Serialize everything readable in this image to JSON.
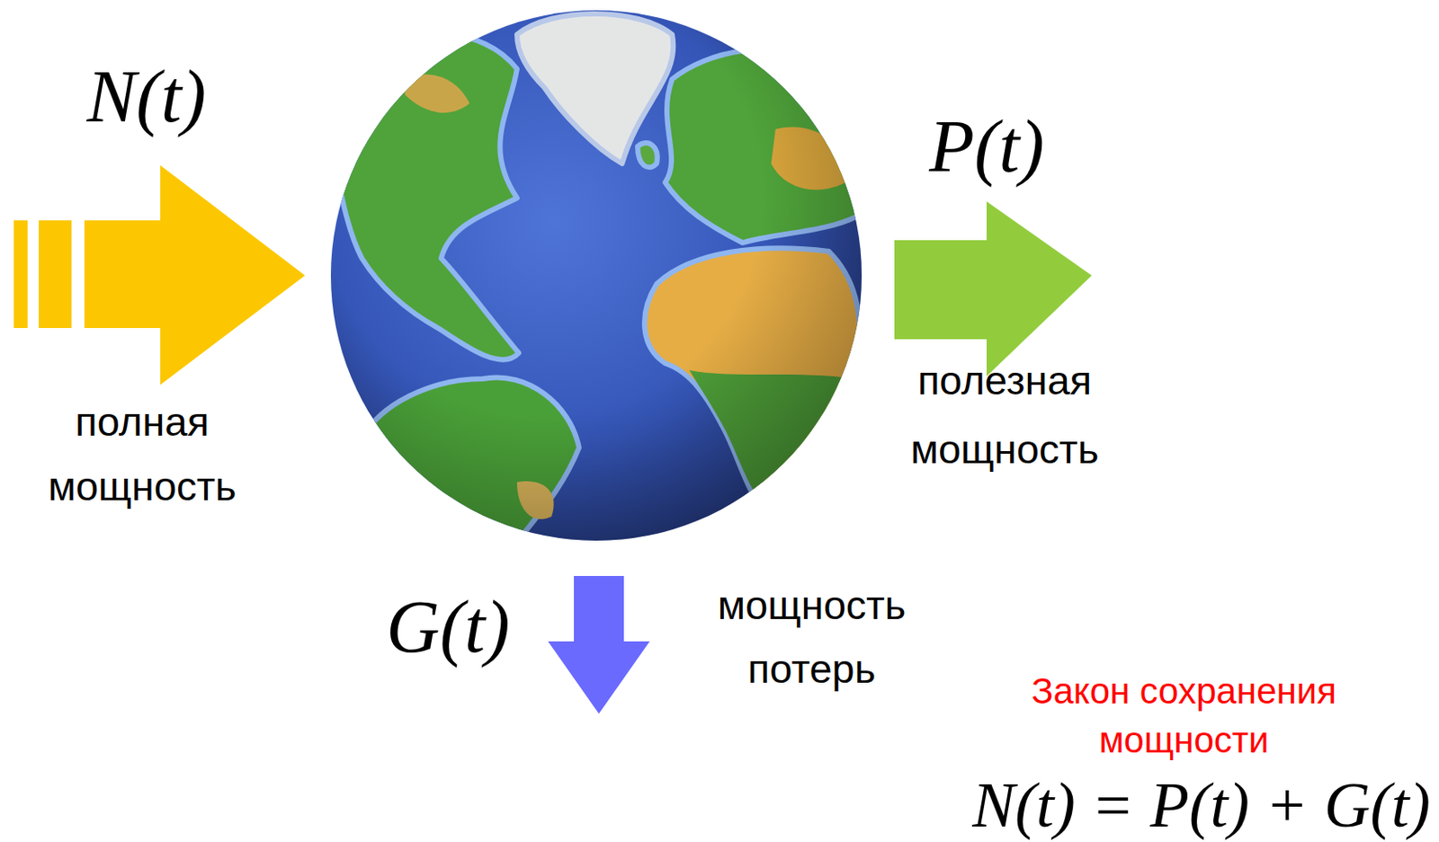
{
  "diagram": {
    "labels": [
      "N(t)",
      "полная мощность",
      "P(t)",
      "полезная мощность",
      "G(t)",
      "мощность потерь",
      "Закон сохранения мощности",
      "N(t) = P(t) + G(t)"
    ]
  }
}
